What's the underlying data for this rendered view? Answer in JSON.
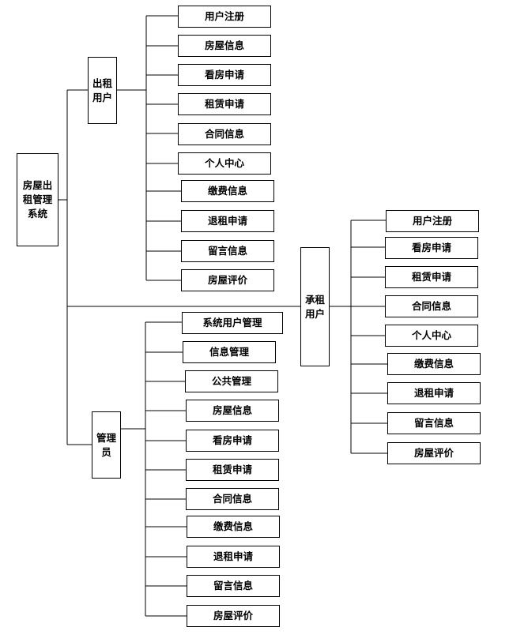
{
  "root": {
    "label": "房屋出租管理系统"
  },
  "roles": [
    {
      "id": "landlord",
      "label": "出租用户",
      "children": [
        "用户注册",
        "房屋信息",
        "看房申请",
        "租赁申请",
        "合同信息",
        "个人中心",
        "缴费信息",
        "退租申请",
        "留言信息",
        "房屋评价"
      ]
    },
    {
      "id": "tenant",
      "label": "承租用户",
      "children": [
        "用户注册",
        "看房申请",
        "租赁申请",
        "合同信息",
        "个人中心",
        "缴费信息",
        "退租申请",
        "留言信息",
        "房屋评价"
      ]
    },
    {
      "id": "admin",
      "label": "管理员",
      "children": [
        "系统用户管理",
        "信息管理",
        "公共管理",
        "房屋信息",
        "看房申请",
        "租赁申请",
        "合同信息",
        "缴费信息",
        "退租申请",
        "留言信息",
        "房屋评价"
      ]
    }
  ]
}
